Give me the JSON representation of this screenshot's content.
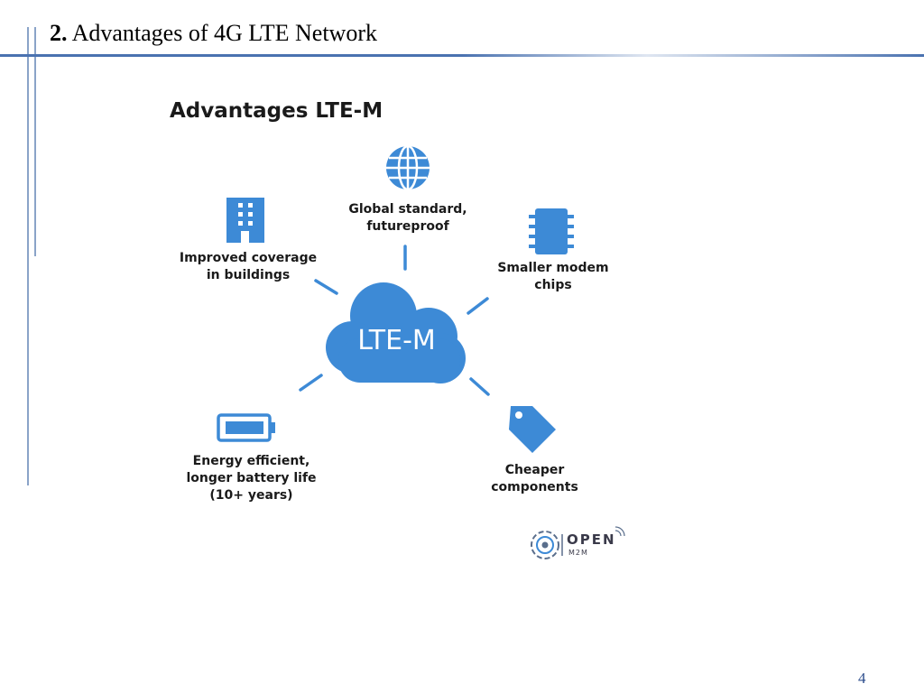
{
  "slide": {
    "number": "2.",
    "title": "Advantages of 4G LTE Network",
    "page": "4"
  },
  "diagram": {
    "heading": "Advantages LTE-M",
    "center": "LTE-M",
    "accent_color": "#3d8ad6",
    "items": [
      {
        "icon": "globe-icon",
        "lines": [
          "Global standard,",
          "futureproof"
        ]
      },
      {
        "icon": "building-icon",
        "lines": [
          "Improved coverage",
          "in buildings"
        ]
      },
      {
        "icon": "chip-icon",
        "lines": [
          "Smaller modem",
          "chips"
        ]
      },
      {
        "icon": "battery-icon",
        "lines": [
          "Energy efficient,",
          "longer battery life",
          "(10+ years)"
        ]
      },
      {
        "icon": "price-tag-icon",
        "lines": [
          "Cheaper",
          "components"
        ]
      }
    ],
    "logo": {
      "word": "OPEN",
      "sub": "M2M"
    }
  }
}
